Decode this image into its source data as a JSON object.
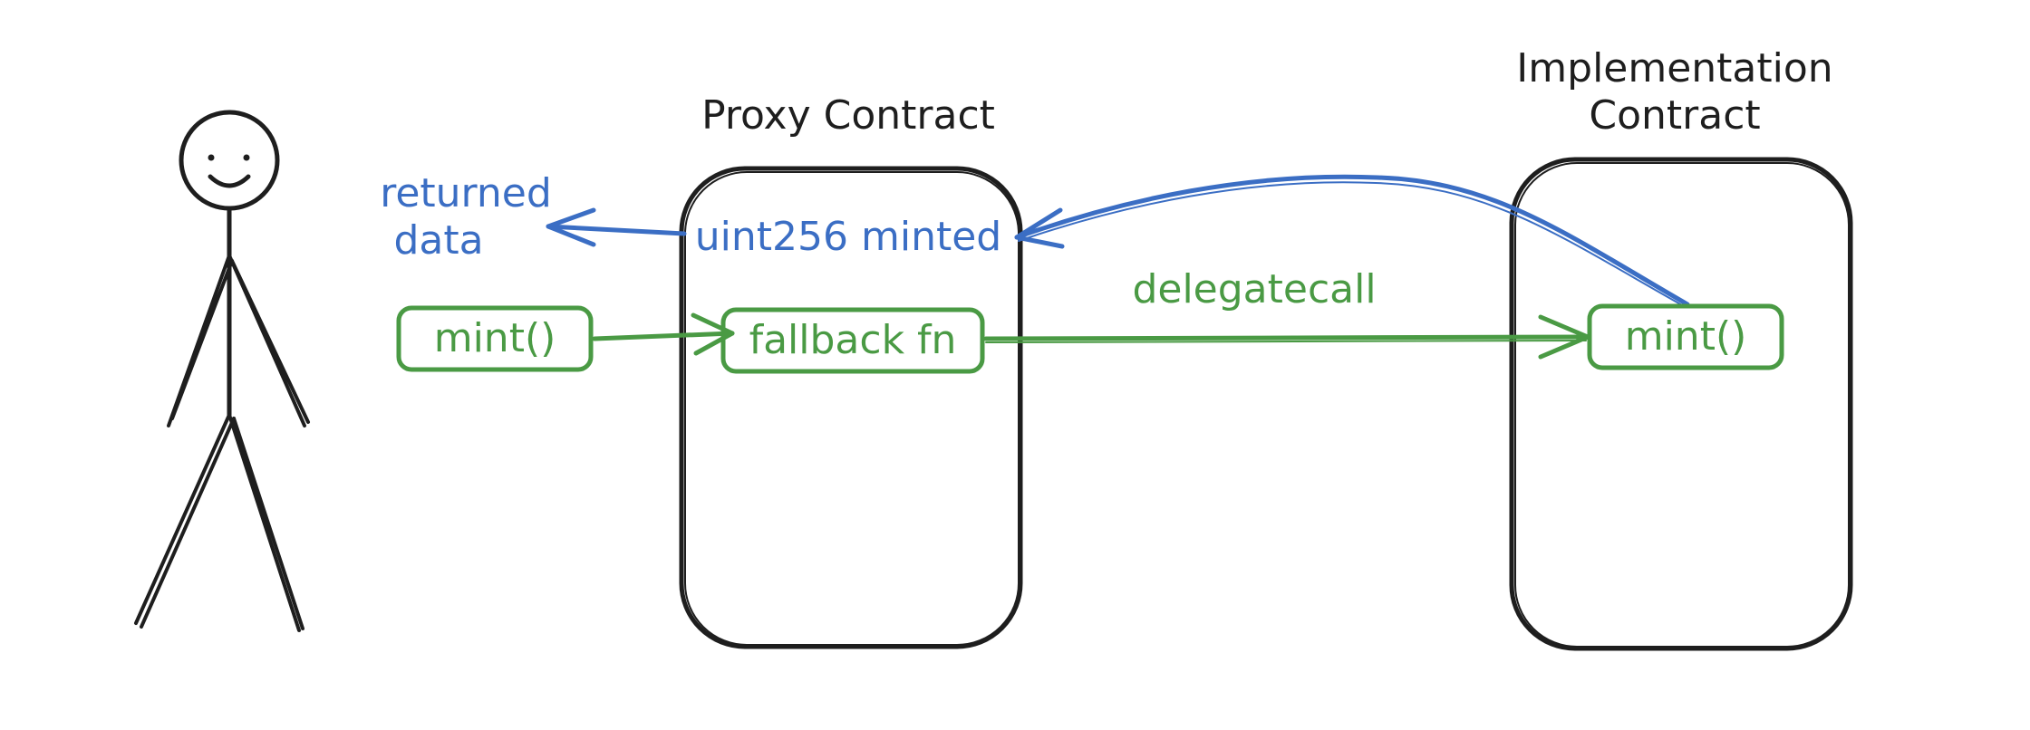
{
  "labels": {
    "proxy_title": "Proxy Contract",
    "impl_title_line1": "Implementation",
    "impl_title_line2": "Contract",
    "returned_line1": "returned",
    "returned_line2": "data",
    "user_call": "mint()",
    "fallback": "fallback fn",
    "minted": "uint256 minted",
    "delegatecall": "delegatecall",
    "impl_fn": "mint()"
  },
  "colors": {
    "ink": "#1e1e1e",
    "call_green": "#4a9a44",
    "return_blue": "#3b6ec4",
    "background": "#ffffff"
  },
  "icons": {
    "actor": "stick-figure-user-icon"
  }
}
